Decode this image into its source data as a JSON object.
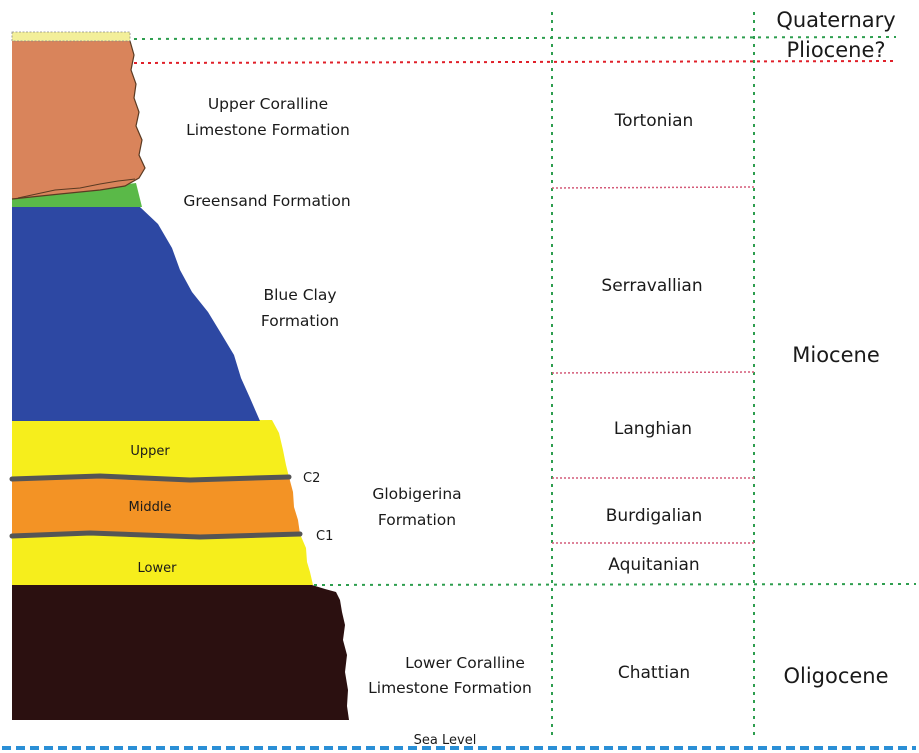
{
  "formations": {
    "upper_coralline": [
      "Upper Coralline",
      "Limestone Formation"
    ],
    "greensand": "Greensand Formation",
    "blue_clay": [
      "Blue Clay",
      "Formation"
    ],
    "globigerina": [
      "Globigerina",
      "Formation"
    ],
    "globigerina_members": {
      "upper": "Upper",
      "middle": "Middle",
      "lower": "Lower"
    },
    "lower_coralline": [
      "Lower Coralline",
      "Limestone Formation"
    ]
  },
  "hardgrounds": {
    "c2": "C2",
    "c1": "C1"
  },
  "sea_level": "Sea Level",
  "stages": {
    "tortonian": "Tortonian",
    "serravallian": "Serravallian",
    "langhian": "Langhian",
    "burdigalian": "Burdigalian",
    "aquitanian": "Aquitanian",
    "chattian": "Chattian"
  },
  "epochs": {
    "quaternary": "Quaternary",
    "pliocene": "Pliocene?",
    "miocene": "Miocene",
    "oligocene": "Oligocene"
  },
  "colors": {
    "quaternary_cap": "#f3ef9a",
    "upper_coralline": "#d9845b",
    "greensand": "#5ab948",
    "blue_clay": "#2d48a3",
    "globigerina_yellow": "#f6ee1c",
    "globigerina_orange": "#f39325",
    "lower_coralline": "#2b1010",
    "hardground": "#555555",
    "green_dotted": "#2e9e4f",
    "red_dotted": "#e0202a",
    "pink_dotted": "#d45a78",
    "sea_level_line": "#2a8fd6"
  }
}
